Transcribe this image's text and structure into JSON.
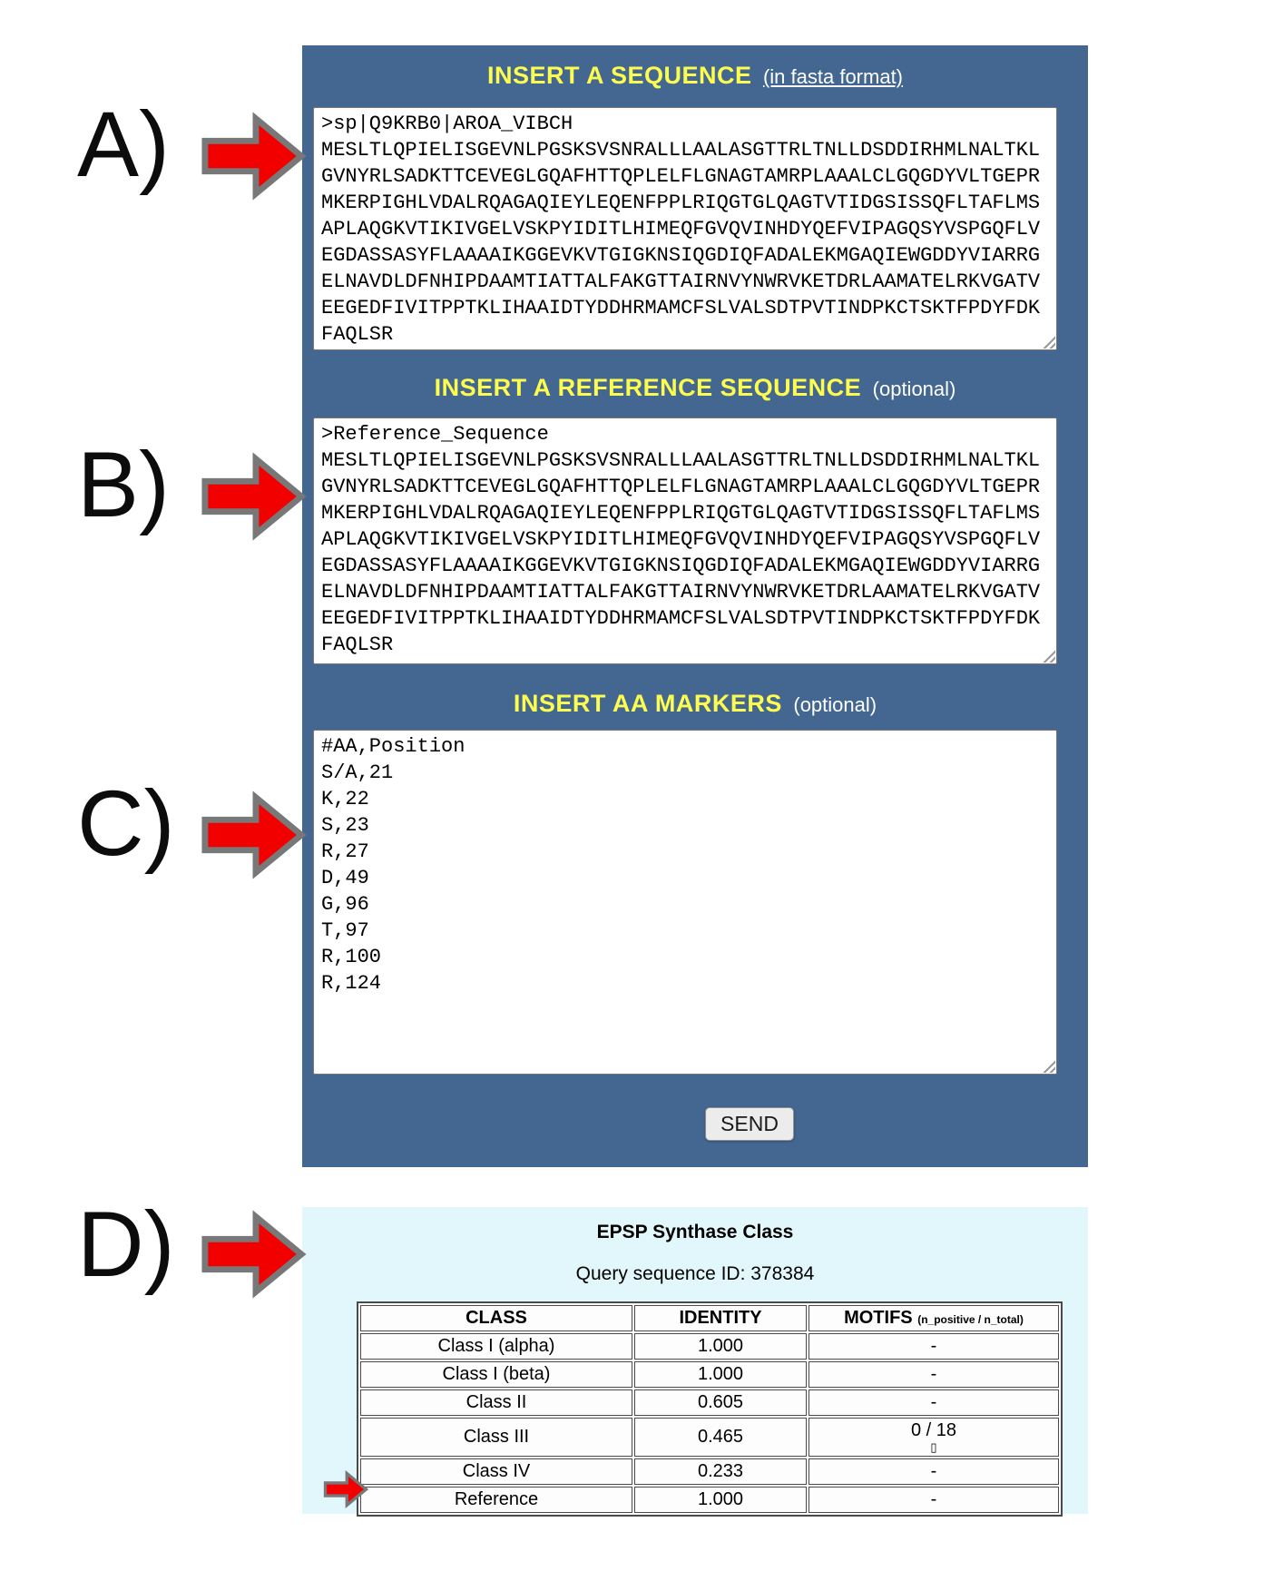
{
  "form": {
    "sequence_section": {
      "heading": "INSERT A SEQUENCE",
      "heading_suffix": "(in fasta format)",
      "value": ">sp|Q9KRB0|AROA_VIBCH\nMESLTLQPIELISGEVNLPGSKSVSNRALLLAALASGTTRLTNLLDSDDIRHMLNALTKL\nGVNYRLSADKTTCEVEGLGQAFHTTQPLELFLGNAGTAMRPLAAALCLGQGDYVLTGEPR\nMKERPIGHLVDALRQAGAQIEYLEQENFPPLRIQGTGLQAGTVTIDGSISSQFLTAFLMS\nAPLAQGKVTIKIVGELVSKPYIDITLHIMEQFGVQVINHDYQEFVIPAGQSYVSPGQFLV\nEGDASSASYFLAAAAIKGGEVKVTGIGKNSIQGDIQFADALEKMGAQIEWGDDYVIARRG\nELNAVDLDFNHIPDAAMTIATTALFAKGTTAIRNVYNWRVKETDRLAAMATELRKVGATV\nEEGEDFIVITPPTKLIHAAIDTYDDHRMAMCFSLVALSDTPVTINDPKCTSKTFPDYFDK\nFAQLSR"
    },
    "reference_section": {
      "heading": "INSERT A REFERENCE SEQUENCE",
      "heading_suffix": "(optional)",
      "value": ">Reference_Sequence\nMESLTLQPIELISGEVNLPGSKSVSNRALLLAALASGTTRLTNLLDSDDIRHMLNALTKL\nGVNYRLSADKTTCEVEGLGQAFHTTQPLELFLGNAGTAMRPLAAALCLGQGDYVLTGEPR\nMKERPIGHLVDALRQAGAQIEYLEQENFPPLRIQGTGLQAGTVTIDGSISSQFLTAFLMS\nAPLAQGKVTIKIVGELVSKPYIDITLHIMEQFGVQVINHDYQEFVIPAGQSYVSPGQFLV\nEGDASSASYFLAAAAIKGGEVKVTGIGKNSIQGDIQFADALEKMGAQIEWGDDYVIARRG\nELNAVDLDFNHIPDAAMTIATTALFAKGTTAIRNVYNWRVKETDRLAAMATELRKVGATV\nEEGEDFIVITPPTKLIHAAIDTYDDHRMAMCFSLVALSDTPVTINDPKCTSKTFPDYFDK\nFAQLSR"
    },
    "markers_section": {
      "heading": "INSERT AA MARKERS",
      "heading_suffix": "(optional)",
      "value": "#AA,Position\nS/A,21\nK,22\nS,23\nR,27\nD,49\nG,96\nT,97\nR,100\nR,124"
    },
    "send_button": "SEND"
  },
  "results": {
    "title": "EPSP Synthase Class",
    "query_line": "Query sequence ID: 378384",
    "table": {
      "headers": {
        "class": "CLASS",
        "identity": "IDENTITY",
        "motifs": "MOTIFS",
        "motifs_sub": "(n_positive / n_total)"
      },
      "rows": [
        {
          "class": "Class I (alpha)",
          "identity": "1.000",
          "motifs": "-"
        },
        {
          "class": "Class I (beta)",
          "identity": "1.000",
          "motifs": "-"
        },
        {
          "class": "Class II",
          "identity": "0.605",
          "motifs": "-"
        },
        {
          "class": "Class III",
          "identity": "0.465",
          "motifs": "0 / 18",
          "motifs_detail": "▯"
        },
        {
          "class": "Class IV",
          "identity": "0.233",
          "motifs": "-"
        },
        {
          "class": "Reference",
          "identity": "1.000",
          "motifs": "-",
          "highlighted": true
        }
      ]
    }
  },
  "annotations": {
    "labels": [
      "A)",
      "B)",
      "C)",
      "D)"
    ]
  },
  "colors": {
    "panel_blue": "#436790",
    "panel_cyan": "#e2f7fb",
    "heading_yellow": "#fdfd4f",
    "arrow_red": "#f20000",
    "arrow_outline_gray": "#787878"
  }
}
